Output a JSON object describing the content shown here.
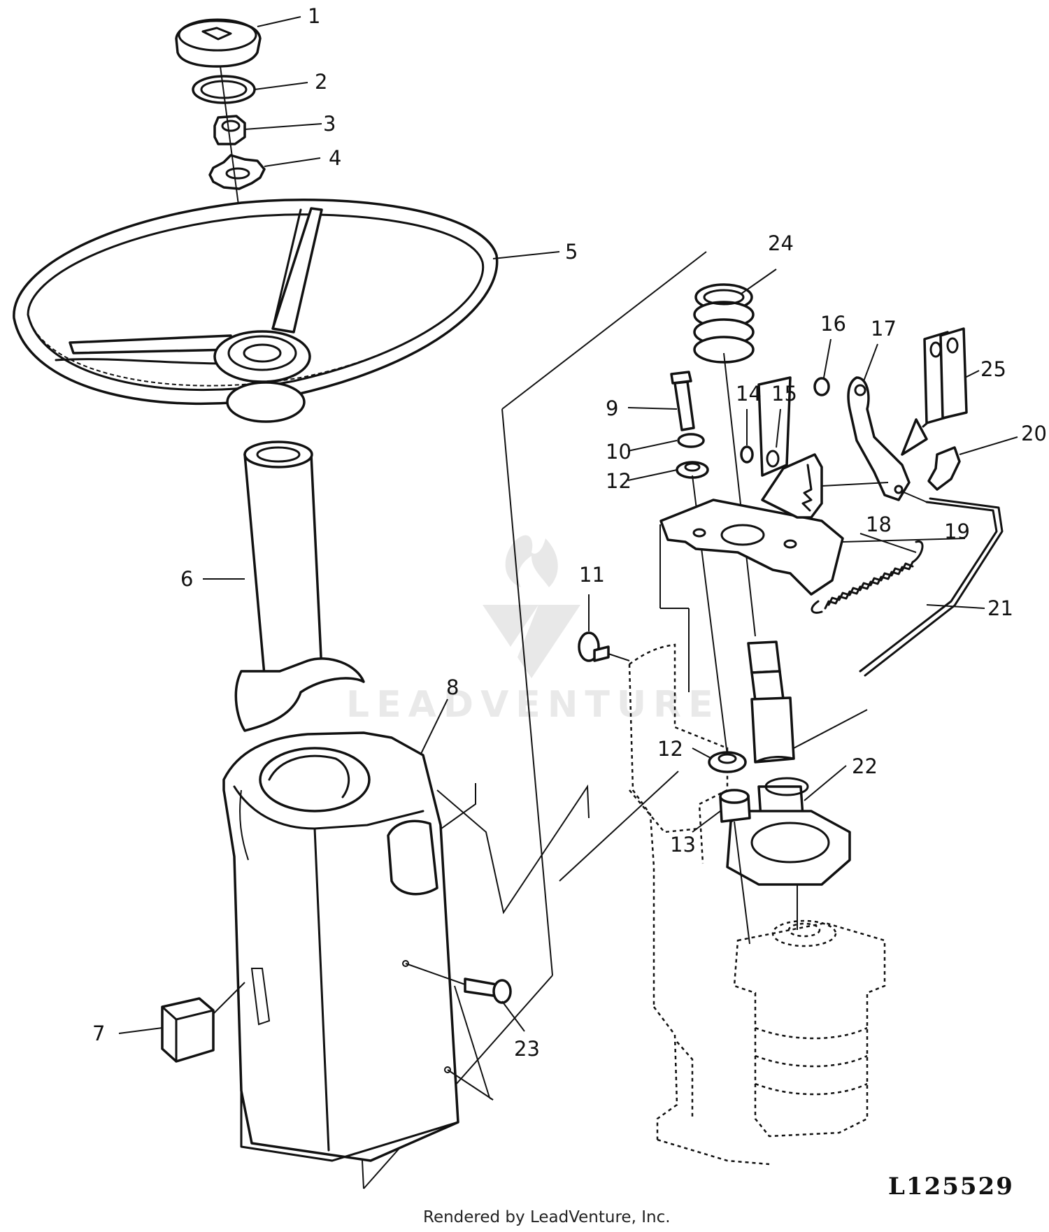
{
  "figure_id": "L125529",
  "footer": "Rendered by LeadVenture, Inc.",
  "watermark_text": "LEADVENTURE",
  "callouts": [
    "1",
    "2",
    "3",
    "4",
    "5",
    "6",
    "7",
    "8",
    "9",
    "10",
    "11",
    "12",
    "12",
    "13",
    "14",
    "15",
    "16",
    "17",
    "18",
    "19",
    "20",
    "21",
    "22",
    "23",
    "24",
    "25"
  ]
}
